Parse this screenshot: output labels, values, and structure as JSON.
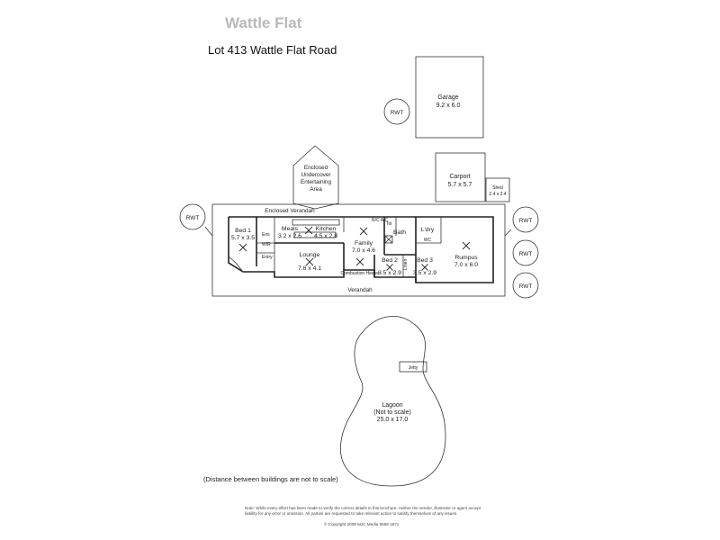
{
  "header": {
    "title": "Wattle Flat",
    "address": "Lot 413 Wattle Flat Road"
  },
  "outbuildings": {
    "garage": {
      "name": "Garage",
      "size": "9.2 x 6.0"
    },
    "carport": {
      "name": "Carport",
      "size": "5.7 x 5.7"
    },
    "shed": {
      "name": "Shed",
      "size": "2.4 x 2.4"
    },
    "entertaining": {
      "line1": "Enclosed",
      "line2": "Undercover",
      "line3": "Entertaining",
      "line4": "Area"
    }
  },
  "tanks": {
    "label": "RWT"
  },
  "house": {
    "enclosed_verandah": "Enclosed Verandah",
    "verandah": "Verandah",
    "rooms": {
      "bed1": {
        "name": "Bed 1",
        "size": "5.7 x 3.5"
      },
      "meals": {
        "name": "Meals",
        "size": "3.2 x 2.6"
      },
      "kitchen": {
        "name": "Kitchen",
        "size": "4.5 x 2.8"
      },
      "family": {
        "name": "Family",
        "size": "7.0 x 4.6"
      },
      "lounge": {
        "name": "Lounge",
        "size": "7.8 x 4.1"
      },
      "bed2": {
        "name": "Bed 2",
        "size": "3.5 x 2.9"
      },
      "bed3": {
        "name": "Bed 3",
        "size": "3.5 x 2.9"
      },
      "rumpus": {
        "name": "Rumpus",
        "size": "7.0 x 6.0"
      },
      "laundry": {
        "name": "L'dry"
      },
      "bath": {
        "name": "Bath"
      },
      "wc": {
        "name": "WC"
      }
    },
    "small_labels": {
      "ens": "Ens",
      "wir": "WIR",
      "entry": "Entry",
      "toilet": "Toi",
      "rc_ac": "R/C A/C",
      "heater": "Combustion Heater",
      "linen": "Linen"
    }
  },
  "lagoon": {
    "name": "Lagoon",
    "note": "(Not to scale)",
    "size": "25.0 x 17.0",
    "jetty": "Jetty"
  },
  "footer": {
    "scale_note": "(Distance between buildings are not to scale)",
    "disclaimer": "Note: While every effort has been made to verify the correct details in this brochure, neither the vendor, illustrator or agent accept liability for any error or omission. All parties are requested to take relevant action to satisfy themselves of any issues.",
    "copyright": "© Copyright 2009 MJC Media 8559 1871"
  }
}
